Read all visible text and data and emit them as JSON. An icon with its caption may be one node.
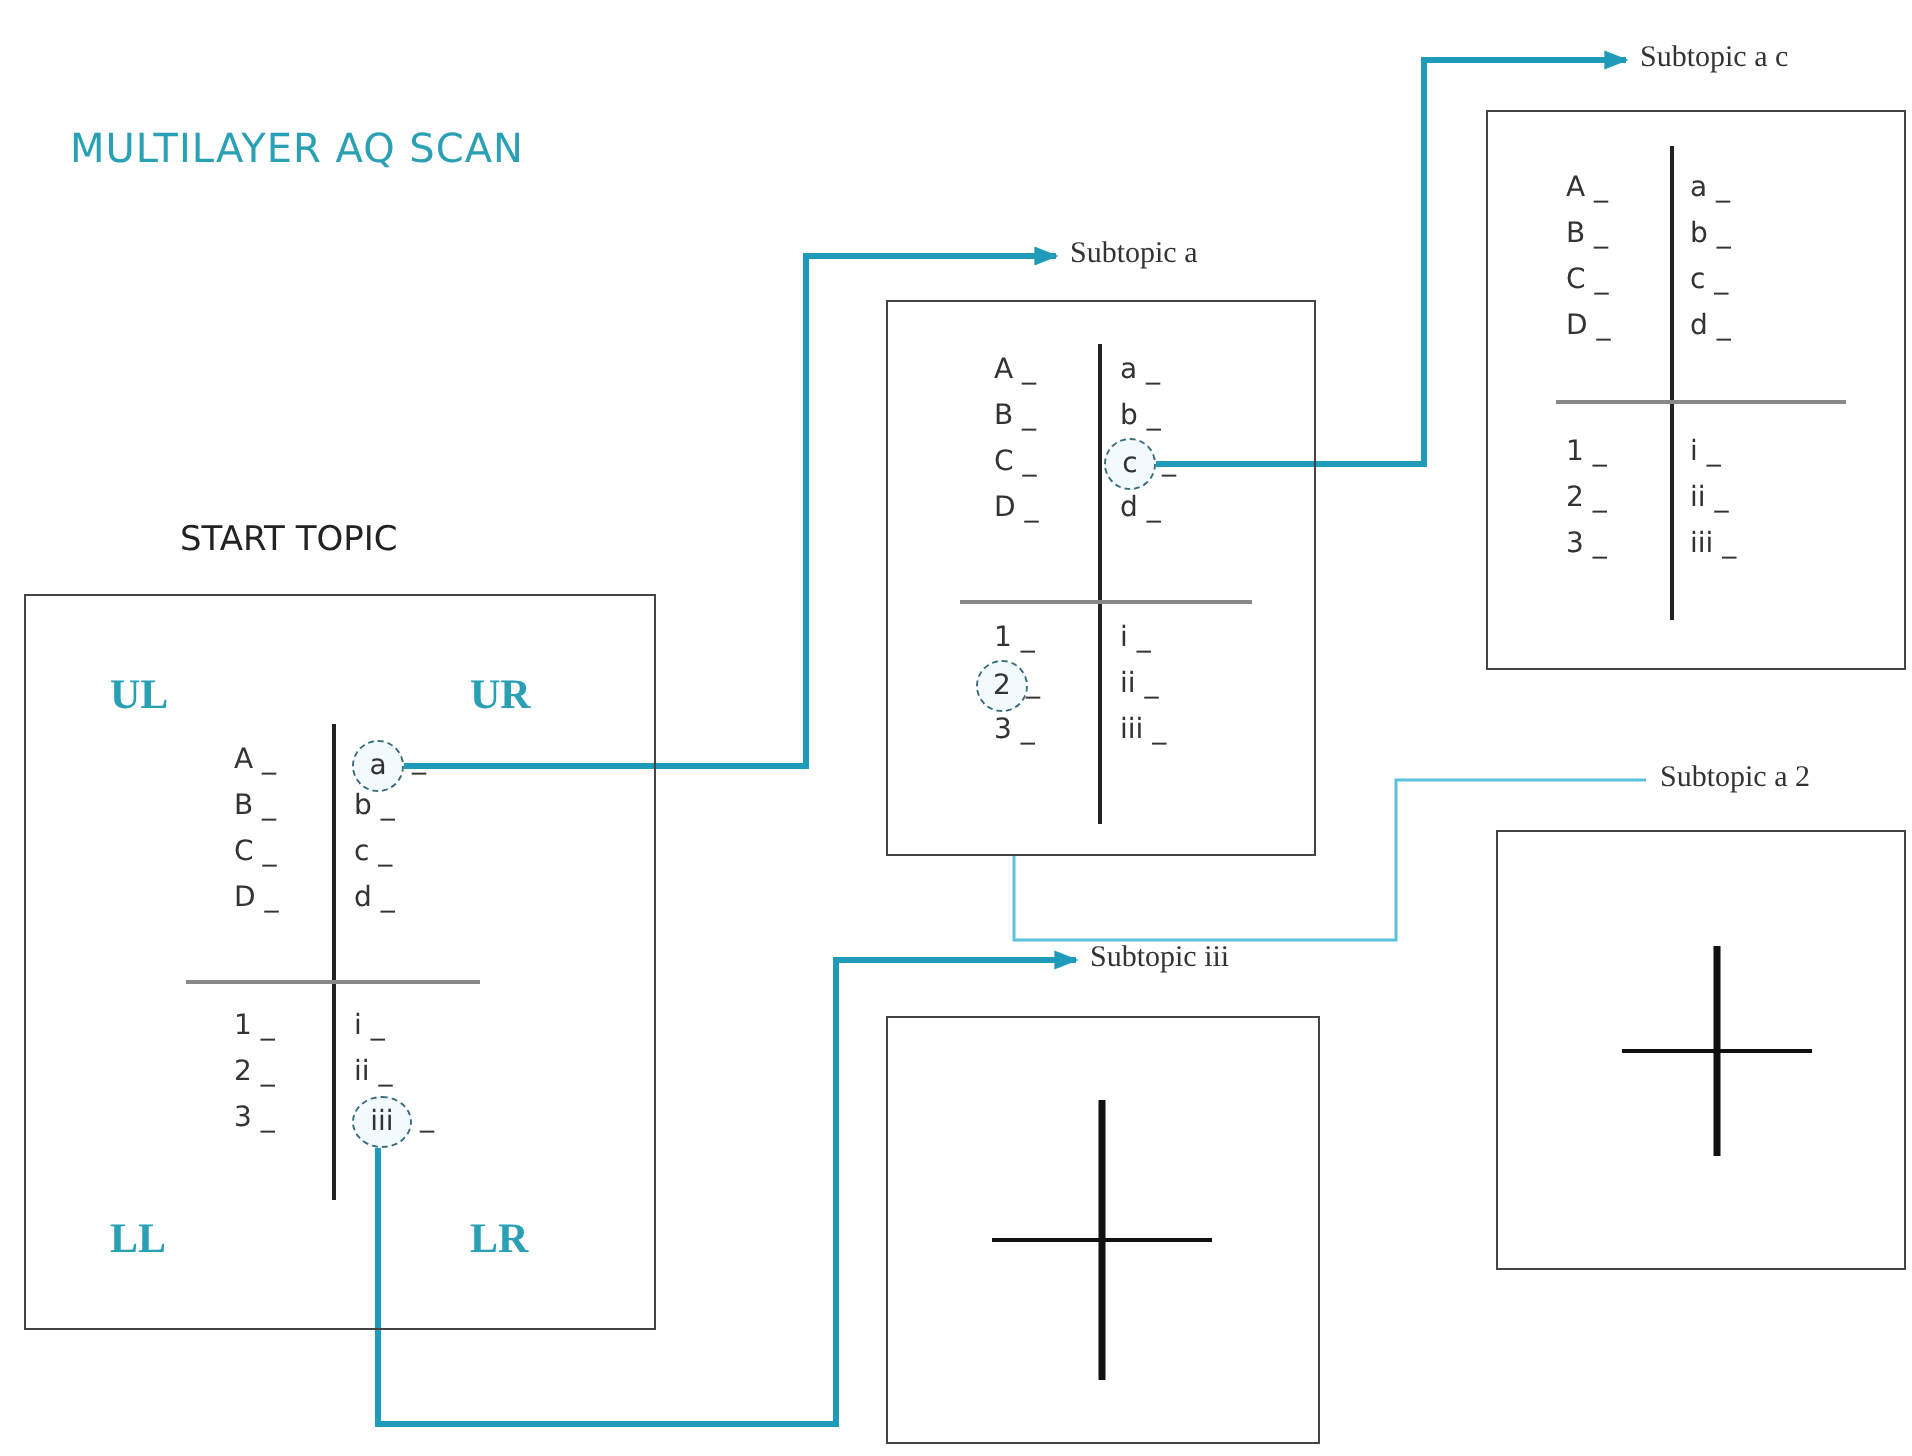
{
  "diagram": {
    "title": "MULTILAYER AQ SCAN",
    "nodes": [
      {
        "text": [
          "START TOPIC",
          "UL",
          "UR",
          "A _",
          "_",
          "B _",
          "b _",
          "C _",
          "c _",
          "D _",
          "d _",
          "1 _",
          "i _",
          "2 _",
          "ii _",
          "3 _",
          "_",
          "LL",
          "LR"
        ]
      },
      {
        "text": [
          "a"
        ],
        "in": 0
      },
      {
        "text": [
          "iii"
        ],
        "in": 0
      },
      {
        "text": [
          "Subtopic a",
          "A _",
          "a _",
          "B _",
          "b _",
          "C _",
          "_",
          "D _",
          "d _",
          "1 _",
          "i _",
          "_",
          "ii _",
          "3 _",
          "iii _"
        ]
      },
      {
        "text": [
          "c"
        ],
        "in": 3
      },
      {
        "text": [
          "2"
        ],
        "in": 3
      },
      {
        "text": [
          "Subtopic a c",
          "A _",
          "a _",
          "B _",
          "b _",
          "C _",
          "c _",
          "D _",
          "d _",
          "1 _",
          "i _",
          "2 _",
          "ii _",
          "3 _",
          "iii _"
        ]
      },
      {
        "text": [
          "Subtopic a 2"
        ]
      },
      {
        "text": [
          "Subtopic iii"
        ]
      }
    ],
    "edges": [
      {
        "from": 1,
        "to": 3,
        "arrow": "to"
      },
      {
        "from": 4,
        "to": 6,
        "arrow": "to"
      },
      {
        "from": 3,
        "to": 7,
        "arrow": "none",
        "color": "#5cc3dd"
      },
      {
        "from": 2,
        "to": 8,
        "arrow": "to"
      }
    ]
  }
}
